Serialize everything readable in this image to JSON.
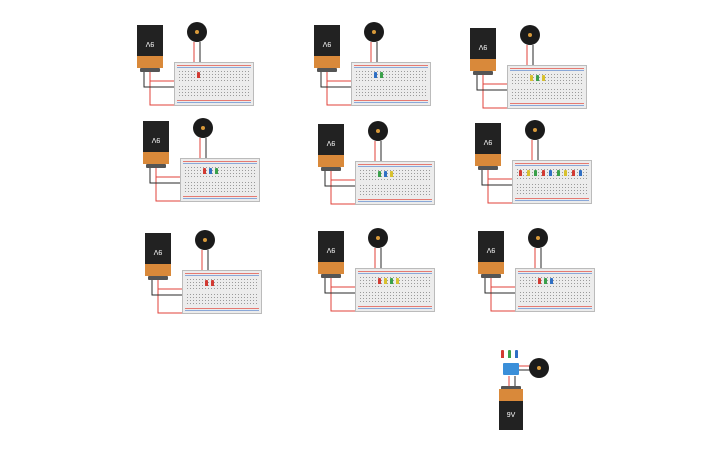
{
  "battery_label": "9V",
  "battery_label_flipped": "9V",
  "colors": {
    "battery_top": "#222222",
    "battery_body": "#d9893a",
    "wire_red": "#e0413a",
    "wire_black": "#2a2a2a",
    "breadboard": "#ececec",
    "buzzer": "#1b1b1b"
  },
  "circuits": [
    {
      "id": "circuit-1",
      "leds": [
        "red"
      ]
    },
    {
      "id": "circuit-2",
      "leds": [
        "blue",
        "green"
      ]
    },
    {
      "id": "circuit-3",
      "leds": [
        "yellow",
        "green",
        "yellow"
      ]
    },
    {
      "id": "circuit-4",
      "leds": [
        "red",
        "blue",
        "green"
      ]
    },
    {
      "id": "circuit-5",
      "leds": [
        "green",
        "blue",
        "yellow"
      ]
    },
    {
      "id": "circuit-6",
      "leds": [
        "red",
        "yellow",
        "green",
        "red",
        "blue",
        "green",
        "yellow",
        "red",
        "blue"
      ]
    },
    {
      "id": "circuit-7",
      "leds": [
        "red",
        "red"
      ]
    },
    {
      "id": "circuit-8",
      "leds": [
        "red",
        "yellow",
        "green",
        "yellow"
      ]
    },
    {
      "id": "circuit-9",
      "leds": [
        "red",
        "green",
        "blue"
      ]
    }
  ],
  "standalone": {
    "id": "circuit-10",
    "leds": [
      "red",
      "green",
      "blue"
    ]
  }
}
